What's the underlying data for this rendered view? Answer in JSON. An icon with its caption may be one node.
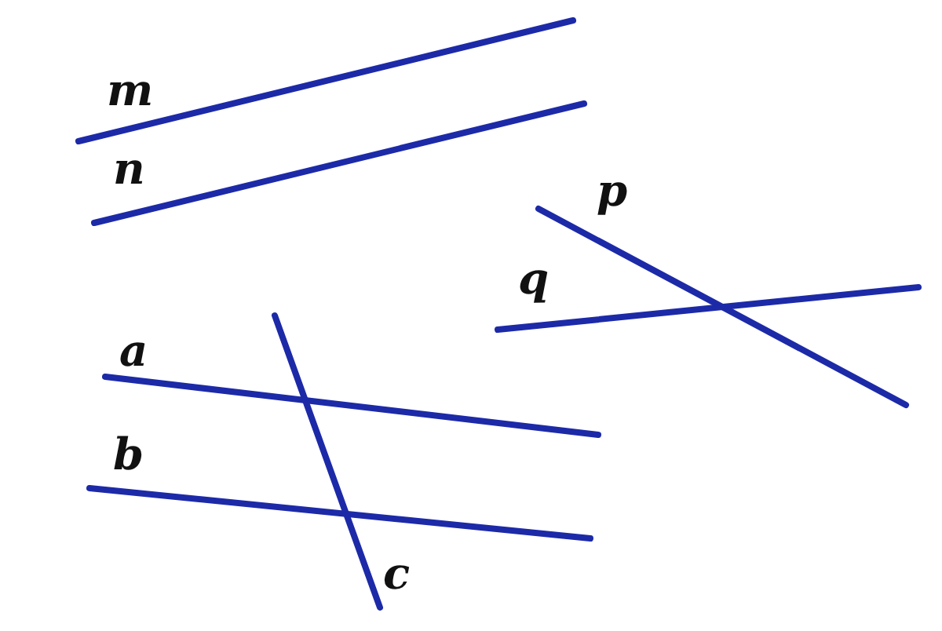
{
  "diagram": {
    "labels": [
      "m",
      "n",
      "p",
      "q",
      "a",
      "b",
      "c"
    ]
  }
}
